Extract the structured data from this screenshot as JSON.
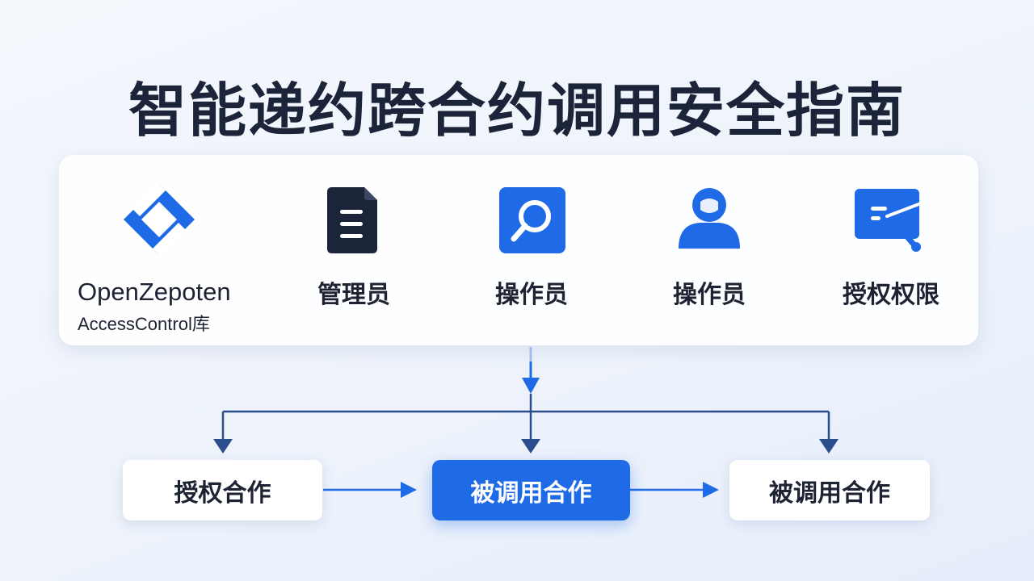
{
  "title": "智能递约跨合约调用安全指南",
  "panel": {
    "library": {
      "line1": "OpenZepoten",
      "line2": "AccessControl库",
      "icon": "diamond-logo-icon"
    },
    "roles": [
      {
        "label": "管理员",
        "icon": "document-icon"
      },
      {
        "label": "操作员",
        "icon": "search-icon"
      },
      {
        "label": "操作员",
        "icon": "user-icon"
      },
      {
        "label": "授权权限",
        "icon": "key-card-icon"
      }
    ]
  },
  "flow": {
    "boxes": [
      {
        "label": "授权合作",
        "style": "white"
      },
      {
        "label": "被调用合作",
        "style": "blue"
      },
      {
        "label": "被调用合作",
        "style": "white"
      }
    ]
  },
  "colors": {
    "accent": "#1f6ae6",
    "dark": "#1b2438",
    "line": "#2a4e8c"
  }
}
